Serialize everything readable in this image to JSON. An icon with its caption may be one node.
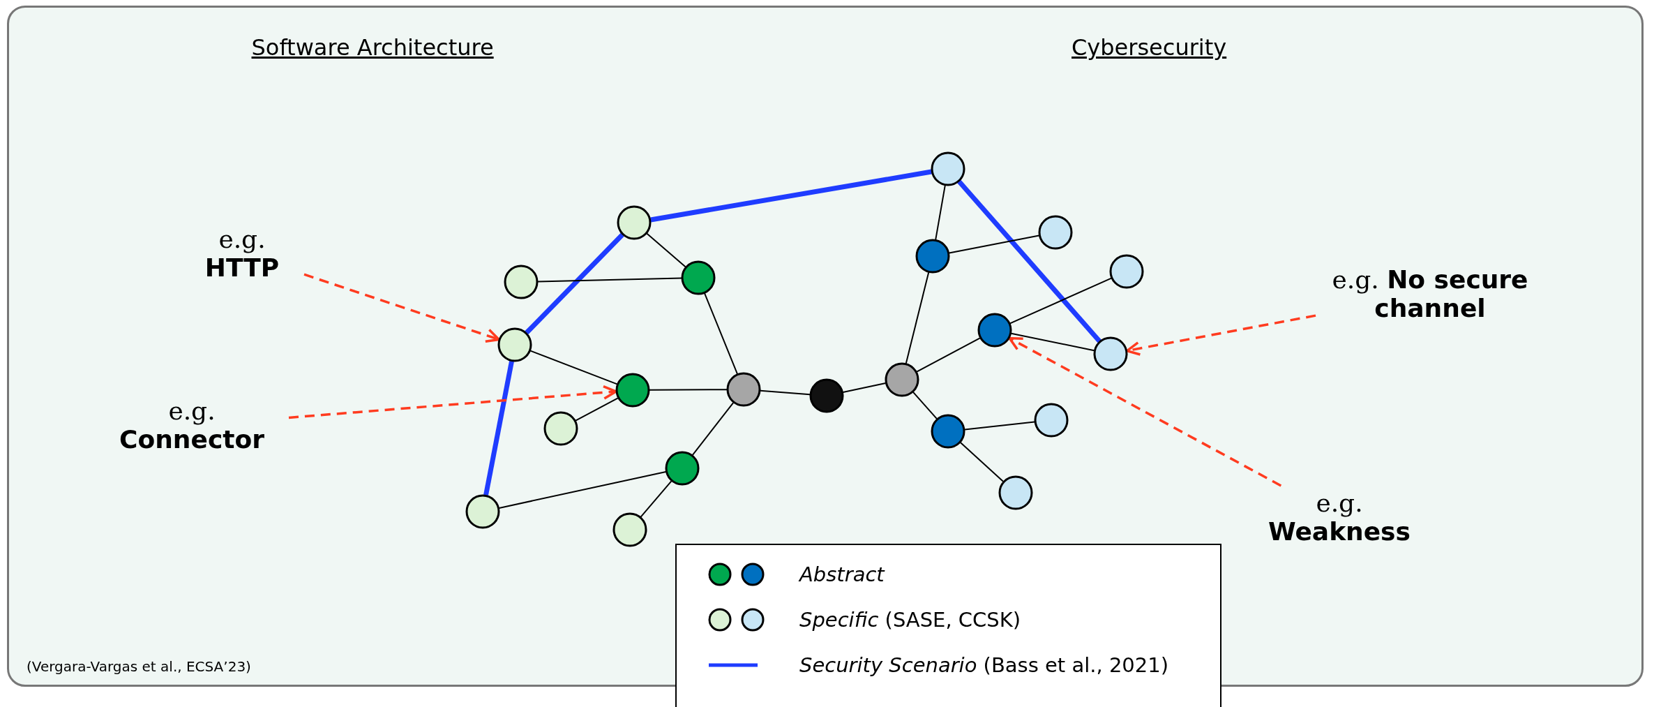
{
  "diagram": {
    "nodes": [
      {
        "text": [
          "e.g. **HTTP**"
        ]
      },
      {
        "text": [
          "e.g. **Connector**"
        ]
      },
      {
        "text": [
          "e.g. **No secure channel**"
        ]
      },
      {
        "text": [
          "e.g. **Weakness**"
        ]
      },
      {
        "text": [],
        "shape": "circle"
      },
      {
        "text": [],
        "shape": "circle"
      },
      {
        "text": [],
        "shape": "circle"
      },
      {
        "text": [],
        "shape": "circle"
      },
      {
        "text": [],
        "shape": "circle"
      },
      {
        "text": [],
        "shape": "circle"
      },
      {
        "text": [],
        "shape": "circle"
      },
      {
        "text": [],
        "shape": "circle"
      },
      {
        "text": [],
        "shape": "circle"
      },
      {
        "text": [],
        "shape": "circle"
      },
      {
        "text": [],
        "shape": "circle"
      },
      {
        "text": [],
        "shape": "circle"
      },
      {
        "text": [],
        "shape": "circle"
      },
      {
        "text": [],
        "shape": "circle"
      },
      {
        "text": [],
        "shape": "circle"
      },
      {
        "text": [],
        "shape": "circle"
      },
      {
        "text": [],
        "shape": "circle"
      },
      {
        "text": [],
        "shape": "circle"
      },
      {
        "text": [],
        "shape": "circle"
      },
      {
        "text": [],
        "shape": "circle"
      },
      {
        "text": [],
        "shape": "circle"
      }
    ],
    "edges": [
      {
        "from": 10,
        "to": 17,
        "arrow": "none",
        "style": "thick",
        "color": "#1f3cff"
      },
      {
        "from": 10,
        "to": 5,
        "arrow": "none",
        "style": "thick",
        "color": "#1f3cff"
      },
      {
        "from": 5,
        "to": 4,
        "arrow": "none",
        "style": "thick",
        "color": "#1f3cff"
      },
      {
        "from": 17,
        "to": 23,
        "arrow": "none",
        "style": "thick",
        "color": "#1f3cff"
      },
      {
        "from": 10,
        "to": 12,
        "arrow": "none"
      },
      {
        "from": 6,
        "to": 12,
        "arrow": "none"
      },
      {
        "from": 5,
        "to": 9,
        "arrow": "none"
      },
      {
        "from": 9,
        "to": 7,
        "arrow": "none"
      },
      {
        "from": 9,
        "to": 13,
        "arrow": "none"
      },
      {
        "from": 12,
        "to": 13,
        "arrow": "none"
      },
      {
        "from": 13,
        "to": 11,
        "arrow": "none"
      },
      {
        "from": 11,
        "to": 4,
        "arrow": "none"
      },
      {
        "from": 11,
        "to": 8,
        "arrow": "none"
      },
      {
        "from": 13,
        "to": 14,
        "arrow": "none"
      },
      {
        "from": 14,
        "to": 15,
        "arrow": "none"
      },
      {
        "from": 15,
        "to": 16,
        "arrow": "none"
      },
      {
        "from": 16,
        "to": 17,
        "arrow": "none"
      },
      {
        "from": 16,
        "to": 22,
        "arrow": "none"
      },
      {
        "from": 15,
        "to": 19,
        "arrow": "none"
      },
      {
        "from": 19,
        "to": 24,
        "arrow": "none"
      },
      {
        "from": 19,
        "to": 23,
        "arrow": "none"
      },
      {
        "from": 15,
        "to": 18,
        "arrow": "none"
      },
      {
        "from": 18,
        "to": 21,
        "arrow": "none"
      },
      {
        "from": 18,
        "to": 20,
        "arrow": "none"
      },
      {
        "from": 0,
        "to": 5,
        "arrow": "to",
        "style": "dashed",
        "color": "#ff3b1f"
      },
      {
        "from": 1,
        "to": 9,
        "arrow": "to",
        "style": "dashed",
        "color": "#ff3b1f"
      },
      {
        "from": 2,
        "to": 23,
        "arrow": "to",
        "style": "dashed",
        "color": "#ff3b1f"
      },
      {
        "from": 3,
        "to": 19,
        "arrow": "to",
        "style": "dashed",
        "color": "#ff3b1f"
      }
    ],
    "labels": [
      "Software Architecture",
      "Cybersecurity",
      "(Vergara-Vargas et al., ECSA’23)"
    ],
    "legend": [
      {
        "text": "Abstract"
      },
      {
        "text": "*Specific* (SASE, CCSK)"
      },
      {
        "text": "*Security Scenario* (Bass et al., 2021)"
      }
    ]
  }
}
